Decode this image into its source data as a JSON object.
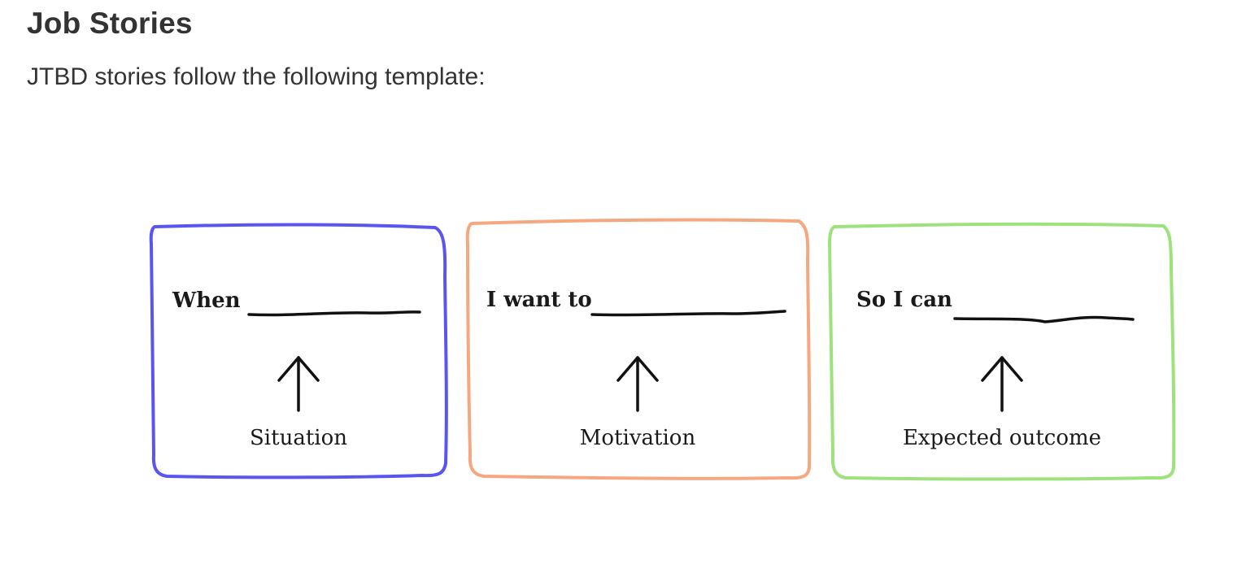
{
  "heading": "Job Stories",
  "intro": "JTBD stories follow the following template:",
  "boxes": [
    {
      "prompt": "When",
      "caption": "Situation",
      "color": "#5b55f0"
    },
    {
      "prompt": "I want to",
      "caption": "Motivation",
      "color": "#f6a77f"
    },
    {
      "prompt": "So I can",
      "caption": "Expected outcome",
      "color": "#9ee27e"
    }
  ]
}
